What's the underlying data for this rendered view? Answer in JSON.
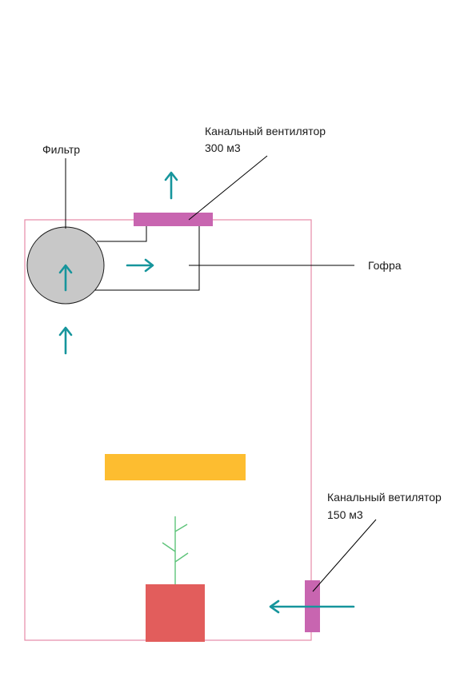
{
  "labels": {
    "filter": "Фильтр",
    "fan_top_line1": "Канальный вентилятор",
    "fan_top_line2": "300 м3",
    "duct": "Гофра",
    "fan_side_line1": "Канальный ветилятор",
    "fan_side_line2": "150 м3"
  },
  "colors": {
    "enclosure": "#e58aa8",
    "fan": "#c865b0",
    "filter_fill": "#c8c8c8",
    "filter_stroke": "#1a1a1a",
    "arrow": "#16959c",
    "lamp": "#fdbd30",
    "pot": "#e25d5c",
    "plant": "#5ec47a"
  },
  "icons": {
    "airflow": "arrow-icon",
    "plant": "plant-icon"
  }
}
